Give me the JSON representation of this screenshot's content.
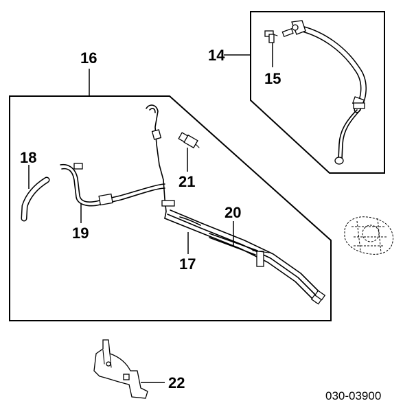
{
  "diagram": {
    "callouts": {
      "c14": "14",
      "c15": "15",
      "c16": "16",
      "c17": "17",
      "c18": "18",
      "c19": "19",
      "c20": "20",
      "c21": "21",
      "c22": "22"
    },
    "figure_code": "030-03900"
  }
}
